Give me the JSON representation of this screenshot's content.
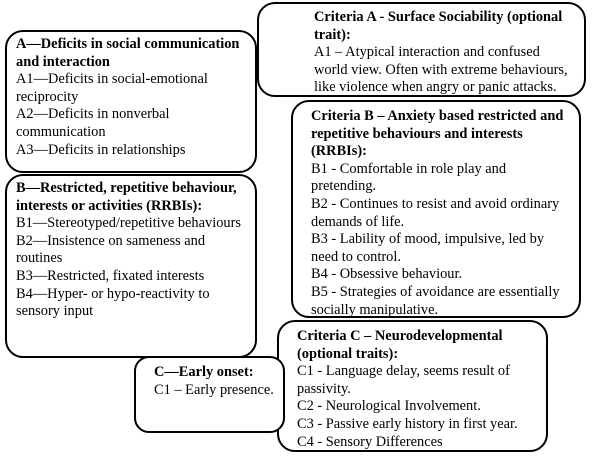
{
  "diagram": {
    "title": "Autism diagnostic criteria comparison diagram",
    "boxes": [
      {
        "id": "box_a",
        "name": "deficits-in-social-communication",
        "title": "A—Deficits in social communication and interaction",
        "items": "A1—Deficits in social-emotional reciprocity\nA2—Deficits in nonverbal communication\nA3—Deficits in relationships"
      },
      {
        "id": "box_b",
        "name": "restricted-repetitive-behaviour",
        "title": "B—Restricted, repetitive behaviour, interests or activities (RRBIs):",
        "items": "B1—Stereotyped/repetitive behaviours\nB2—Insistence on sameness and routines\nB3—Restricted, fixated interests\nB4—Hyper- or hypo-reactivity to sensory input"
      },
      {
        "id": "box_c_early",
        "name": "early-onset",
        "title": "C—Early onset:",
        "items": "C1 – Early presence."
      },
      {
        "id": "box_criteria_a",
        "name": "criteria-a-surface-sociability",
        "title": "Criteria A - Surface Sociability (optional trait):",
        "items": "A1 – Atypical interaction and confused world view. Often with extreme behaviours, like violence when angry or panic attacks."
      },
      {
        "id": "box_criteria_b",
        "name": "criteria-b-anxiety-based-rrbis",
        "title": "Criteria  B – Anxiety based restricted and repetitive behaviours and interests (RRBIs):",
        "items": "B1 - Comfortable in role play and pretending.\nB2 - Continues to resist and avoid ordinary demands of life.\nB3 - Lability of mood, impulsive, led by need to control.\nB4 - Obsessive behaviour.\nB5 - Strategies of avoidance are essentially socially manipulative."
      },
      {
        "id": "box_criteria_c",
        "name": "criteria-c-neurodevelopmental",
        "title": "Criteria  C – Neurodevelopmental (optional traits):",
        "items": "C1 - Language delay, seems result of passivity.\nC2 - Neurological Involvement.\nC3 - Passive early history in first year.\nC4 - Sensory Differences"
      }
    ],
    "colors": {
      "stroke": "#000000",
      "background": "#ffffff",
      "text": "#000000"
    }
  }
}
